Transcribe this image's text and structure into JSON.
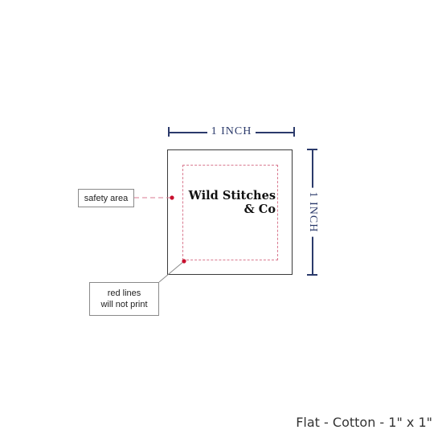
{
  "dimensions": {
    "width_label": "1 INCH",
    "height_label": "1 INCH"
  },
  "brand": {
    "line1": "Wild Stitches",
    "line2": "& Co"
  },
  "callouts": {
    "safety_area": "safety area",
    "red_lines_line1": "red lines",
    "red_lines_line2": "will not print"
  },
  "caption": "Flat - Cotton - 1\" x 1\"",
  "colors": {
    "dimension": "#2b3a6b",
    "safety_line": "#d97a90",
    "marker": "#c8102e"
  }
}
